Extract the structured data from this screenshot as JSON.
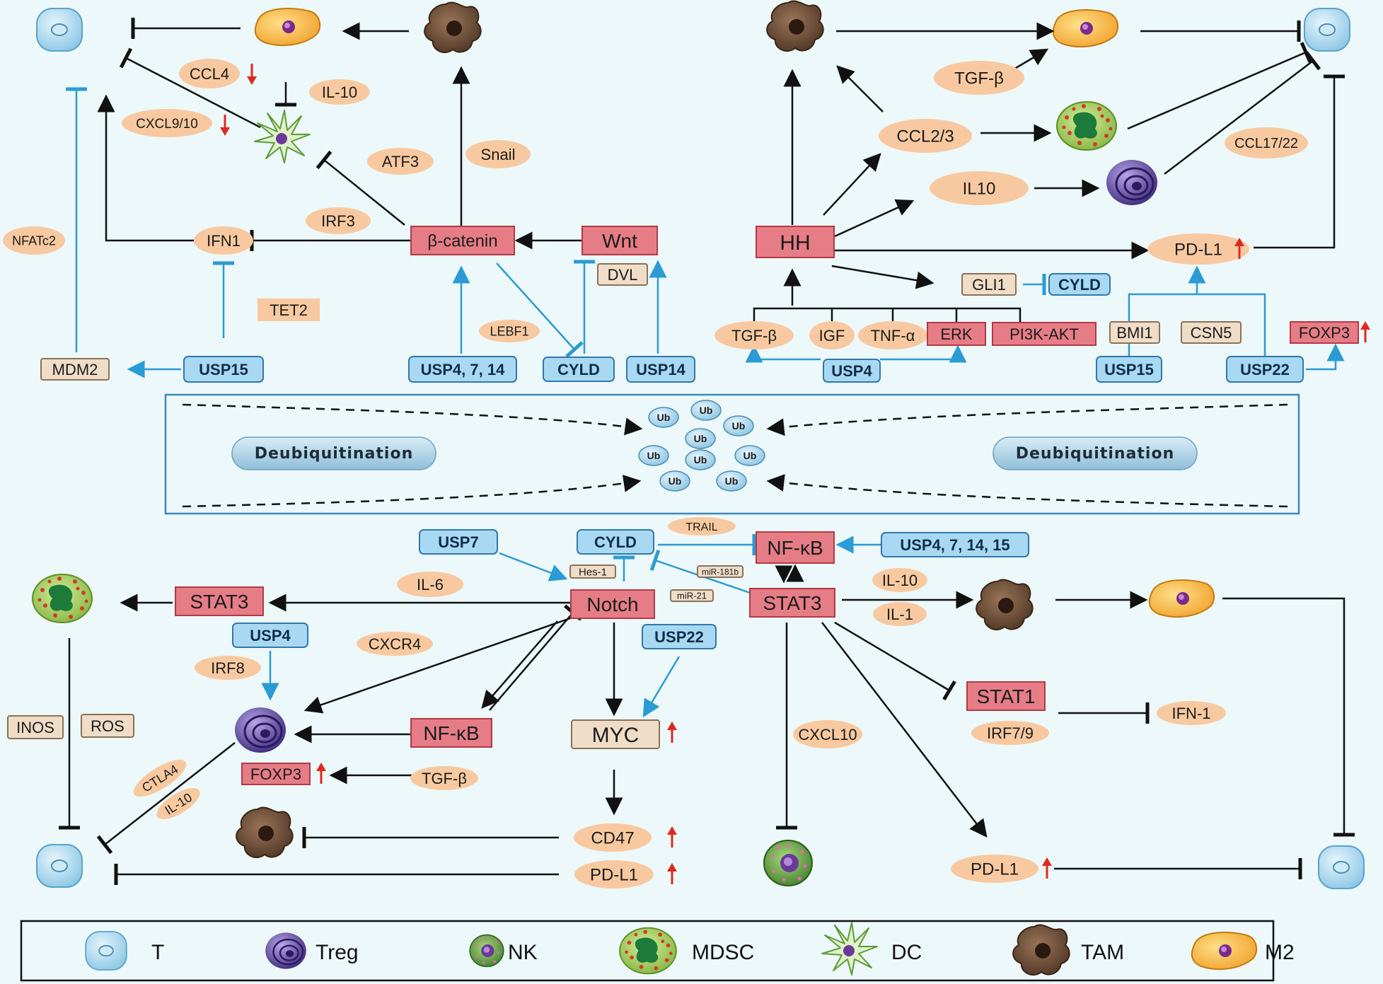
{
  "colors": {
    "background": "#ecf8f9",
    "cytokine_fill": "#f8c9a0",
    "usp_fill": "#a9d9f2",
    "usp_stroke": "#2f78b0",
    "target_fill": "#e67d86",
    "target_stroke": "#b13a46",
    "neutral_fill": "#f0ddc7",
    "neutral_stroke": "#8b7158",
    "blue_arrow": "#2a9bd4",
    "black_arrow": "#111111",
    "up_arrow": "#e0281e"
  },
  "labels": {
    "ccl4": "CCL4",
    "il10_a": "IL-10",
    "cxcl910": "CXCL9/10",
    "atf3": "ATF3",
    "snail": "Snail",
    "irf3": "IRF3",
    "ifn1": "IFN1",
    "nfatc2": "NFATc2",
    "tet2": "TET2",
    "mdm2": "MDM2",
    "usp15_a": "USP15",
    "bcatenin": "β-catenin",
    "wnt": "Wnt",
    "dvl": "DVL",
    "lebf1": "LEBF1",
    "usp4714": "USP4, 7, 14",
    "cyld_a": "CYLD",
    "usp14": "USP14",
    "tgfb_a": "TGF-β",
    "ccl23": "CCL2/3",
    "ccl1722": "CCL17/22",
    "il10_b": "IL10",
    "hh": "HH",
    "pdl1_a": "PD-L1",
    "gli1": "GLI1",
    "cyld_b": "CYLD",
    "tgfb_b": "TGF-β",
    "igf": "IGF",
    "tnfa": "TNF-α",
    "erk": "ERK",
    "pi3k": "PI3K-AKT",
    "bmi1": "BMI1",
    "csn5": "CSN5",
    "foxp3_a": "FOXP3",
    "usp4_a": "USP4",
    "usp15_b": "USP15",
    "usp22_a": "USP22",
    "deub_left": "Deubiquitination",
    "deub_right": "Deubiquitination",
    "ub": "Ub",
    "usp7": "USP7",
    "cyld_c": "CYLD",
    "trail": "TRAIL",
    "nfkb_a": "NF-κB",
    "usp4714_15": "USP4, 7, 14, 15",
    "hes1": "Hes-1",
    "mir181b": "miR-181b",
    "mir21": "miR-21",
    "il6": "IL-6",
    "stat3_a": "STAT3",
    "notch": "Notch",
    "stat3_b": "STAT3",
    "il10_c": "IL-10",
    "il1": "IL-1",
    "usp4_b": "USP4",
    "cxcr4": "CXCR4",
    "usp22_b": "USP22",
    "irf8": "IRF8",
    "inos": "INOS",
    "ros": "ROS",
    "nfkb_b": "NF-κB",
    "myc": "MYC",
    "cxcl10": "CXCL10",
    "stat1": "STAT1",
    "irf79": "IRF7/9",
    "ifn1b": "IFN-1",
    "ctla4": "CTLA4",
    "il10_d": "IL-10",
    "foxp3_b": "FOXP3",
    "tgfb_c": "TGF-β",
    "cd47": "CD47",
    "pdl1_b": "PD-L1",
    "pdl1_c": "PD-L1"
  },
  "legend": [
    {
      "icon": "t-cell-icon",
      "label": "T"
    },
    {
      "icon": "treg-icon",
      "label": "Treg"
    },
    {
      "icon": "nk-icon",
      "label": "NK"
    },
    {
      "icon": "mdsc-icon",
      "label": "MDSC"
    },
    {
      "icon": "dc-icon",
      "label": "DC"
    },
    {
      "icon": "tam-icon",
      "label": "TAM"
    },
    {
      "icon": "m2-icon",
      "label": "M2"
    }
  ]
}
